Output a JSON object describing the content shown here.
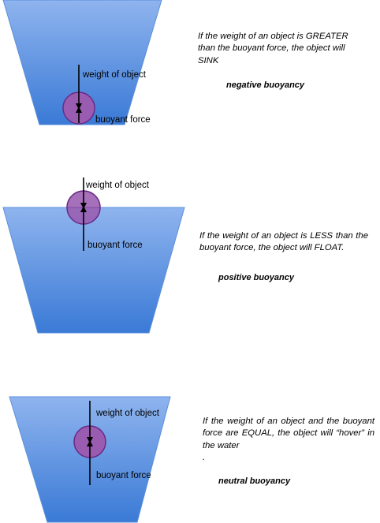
{
  "colors": {
    "water_top": "#8fb4ee",
    "water_bottom": "#3a7ad6",
    "water_edge": "#5a8fdc",
    "object_fill": "#9a5cb0",
    "object_edge": "#6a2a86",
    "arrow": "#000000"
  },
  "panels": [
    {
      "id": "sink",
      "weight_label": "weight of object",
      "buoyant_label": "buoyant force",
      "description": "If the weight of an object is GREATER than the buoyant force, the object will SINK",
      "buoyancy_label": "negative buoyancy"
    },
    {
      "id": "float",
      "weight_label": "weight of object",
      "buoyant_label": "buoyant force",
      "description": "If the weight of an object is LESS than the buoyant force, the object will FLOAT.",
      "buoyancy_label": "positive buoyancy"
    },
    {
      "id": "neutral",
      "weight_label": "weight of object",
      "buoyant_label": "buoyant force",
      "description": "If the weight of an object and the buoyant force are EQUAL, the object will “hover” in the water",
      "extra_line": ".",
      "buoyancy_label": "neutral buoyancy"
    }
  ]
}
